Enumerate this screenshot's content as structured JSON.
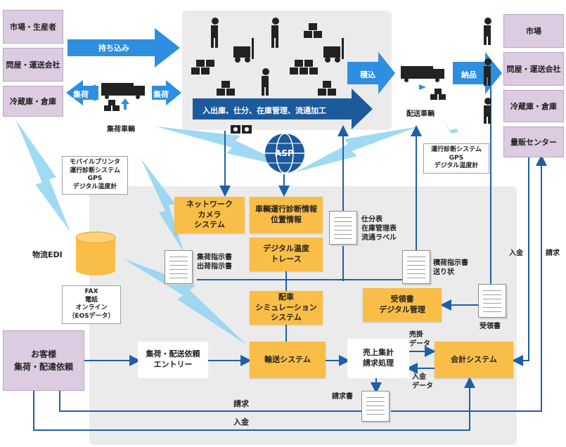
{
  "left_boxes": [
    "市場・生産者",
    "問屋・運送会社",
    "冷蔵庫・倉庫"
  ],
  "right_boxes": [
    "市場",
    "問屋・運送会社",
    "冷蔵庫・倉庫",
    "量販センター"
  ],
  "arrows": {
    "bring_in": "持ち込み",
    "pickup_left": "集荷",
    "pickup_right": "集荷",
    "load": "積込",
    "deliver": "納品",
    "warehouse_ops": "入出庫、仕分、在庫管理、流通加工"
  },
  "vehicle_labels": {
    "pickup": "集荷車輌",
    "delivery": "配送車輌"
  },
  "notes": {
    "left": "モバイルプリンタ\n運行診断システム\nGPS\nデジタル温度計",
    "right": "運行診断システム\nGPS\nデジタル温度計",
    "fax": "FAX\n電話\nオンライン\n（EOSデータ）"
  },
  "asp": "ASP",
  "edi_label": "物流EDI",
  "systems": {
    "network_camera": "ネットワーク\nカメラ\nシステム",
    "vehicle_diag": "車輌運行診断情報\n位置情報",
    "digital_temp": "デジタル温度\nトレース",
    "dispatch_sim": "配車\nシミュレーション\nシステム",
    "transport": "輸送システム",
    "receipt_mgmt": "受領書\nデジタル管理",
    "accounting": "会計システム",
    "entry": "集荷・配送依頼\nエントリー",
    "sales_agg": "売上集計\n請求処理"
  },
  "customer": "お客様\n集荷・配達依頼",
  "doc_labels": {
    "pickup_instr": "集荷指示書\n出荷指示書",
    "sort_table": "仕分表\n在庫管理表\n流通ラベル",
    "load_instr": "積荷指示書\n送り状",
    "receipt": "受領書",
    "invoice": "請求書"
  },
  "flow_labels": {
    "receivable": "売掛\nデータ",
    "payment_data": "入金\nデータ",
    "billing_bottom": "請求",
    "payment_bottom": "入金",
    "payment_right": "入金",
    "billing_right": "請求"
  },
  "colors": {
    "blue_arrow": "#2e8ee0",
    "dark_blue": "#1d5a9c",
    "orange": "#f9be47",
    "purple": "#dccbe1",
    "line": "#1f5fa8"
  }
}
